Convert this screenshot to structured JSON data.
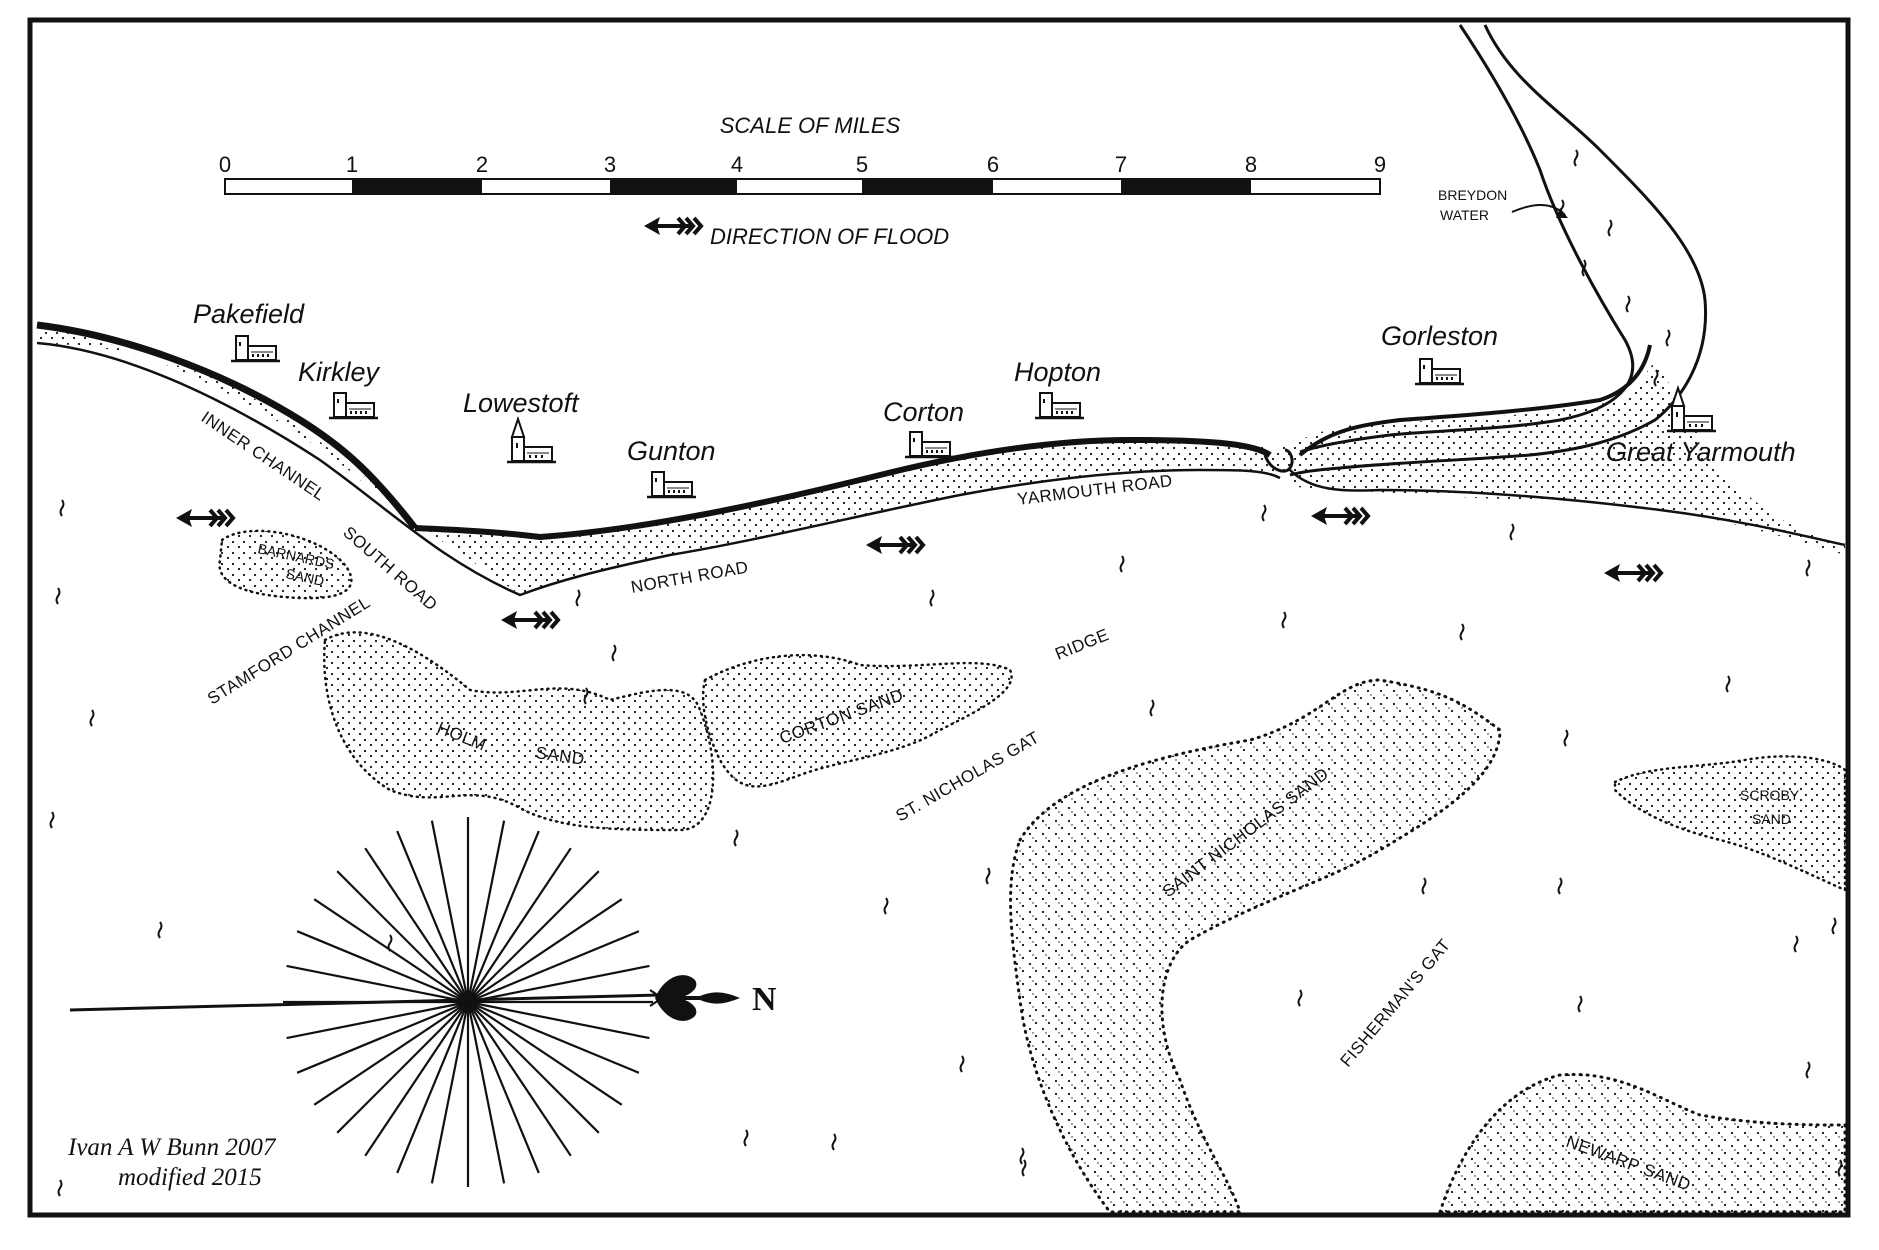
{
  "scale": {
    "title": "SCALE OF MILES",
    "ticks": [
      "0",
      "1",
      "2",
      "3",
      "4",
      "5",
      "6",
      "7",
      "8",
      "9"
    ],
    "flood_label": "DIRECTION OF FLOOD"
  },
  "towns": [
    {
      "name": "Pakefield"
    },
    {
      "name": "Kirkley"
    },
    {
      "name": "Lowestoft"
    },
    {
      "name": "Gunton"
    },
    {
      "name": "Corton"
    },
    {
      "name": "Hopton"
    },
    {
      "name": "Gorleston"
    },
    {
      "name": "Great Yarmouth"
    }
  ],
  "features": {
    "breydon_1": "BREYDON",
    "breydon_2": "WATER",
    "inner_channel": "INNER CHANNEL",
    "south_road": "SOUTH ROAD",
    "barnards_1": "BARNARDS",
    "barnards_2": "SAND",
    "stamford_channel": "STAMFORD CHANNEL",
    "north_road": "NORTH ROAD",
    "yarmouth_road": "YARMOUTH ROAD",
    "ridge": "RIDGE",
    "holm": "HOLM",
    "holm_sand": "SAND",
    "corton_sand": "CORTON SAND",
    "st_nicholas_gat": "ST. NICHOLAS GAT",
    "saint_nicholas_sand": "SAINT NICHOLAS SAND",
    "scroby_1": "SCROBY",
    "scroby_2": "SAND",
    "fishermans_gat": "FISHERMAN'S GAT",
    "newarp_sand": "NEWARP SAND"
  },
  "compass": {
    "north": "N"
  },
  "credit": {
    "line1": "Ivan A W Bunn 2007",
    "line2": "modified 2015"
  },
  "colors": {
    "ink": "#111111",
    "paper": "#ffffff"
  }
}
